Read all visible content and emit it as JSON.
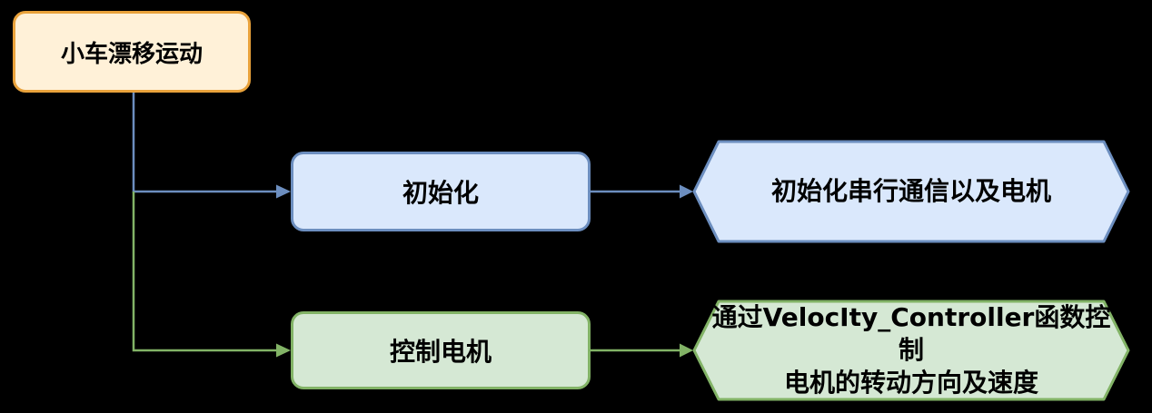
{
  "diagram": {
    "type": "flowchart",
    "background_color": "#000000",
    "nodes": {
      "root": {
        "label": "小车漂移运动",
        "shape": "rounded-rectangle",
        "fill": "#FFF1D8",
        "stroke": "#E9A23B"
      },
      "init": {
        "label": "初始化",
        "shape": "rounded-rectangle",
        "fill": "#DAE8FC",
        "stroke": "#6C8EBF"
      },
      "init_detail": {
        "label": "初始化串行通信以及电机",
        "shape": "hexagon",
        "fill": "#DAE8FC",
        "stroke": "#6C8EBF"
      },
      "motor": {
        "label": "控制电机",
        "shape": "rounded-rectangle",
        "fill": "#D5E8D4",
        "stroke": "#82B366"
      },
      "motor_detail": {
        "line1": "通过VelocIty_Controller函数控制",
        "line2": "电机的转动方向及速度",
        "shape": "hexagon",
        "fill": "#D5E8D4",
        "stroke": "#82B366"
      }
    },
    "connectors": [
      {
        "from": "root",
        "to": "init",
        "color": "#6C8EBF"
      },
      {
        "from": "root",
        "to": "motor",
        "color": "#82B366"
      },
      {
        "from": "init",
        "to": "init_detail",
        "color": "#6C8EBF"
      },
      {
        "from": "motor",
        "to": "motor_detail",
        "color": "#82B366"
      }
    ],
    "text_color": "#000000"
  }
}
